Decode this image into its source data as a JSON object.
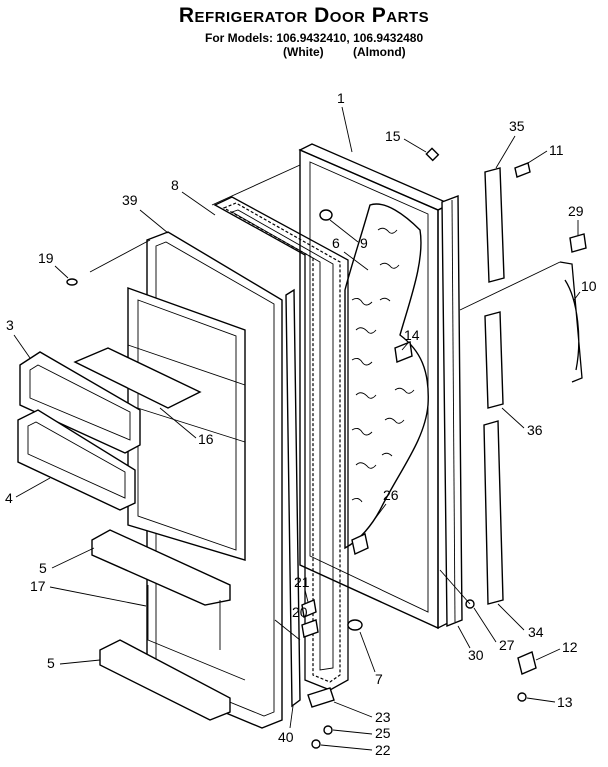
{
  "header": {
    "title": "Refrigerator Door Parts",
    "models": "For Models: 106.9432410, 106.9432480",
    "finish_white": "(White)",
    "finish_almond": "(Almond)"
  },
  "callouts": [
    "1",
    "15",
    "35",
    "11",
    "8",
    "39",
    "29",
    "9",
    "6",
    "19",
    "10",
    "3",
    "14",
    "16",
    "36",
    "4",
    "26",
    "5",
    "17",
    "21",
    "20",
    "27",
    "34",
    "30",
    "12",
    "7",
    "5",
    "23",
    "25",
    "40",
    "22",
    "13"
  ],
  "colors": {
    "ink": "#000000",
    "paper": "#ffffff"
  }
}
